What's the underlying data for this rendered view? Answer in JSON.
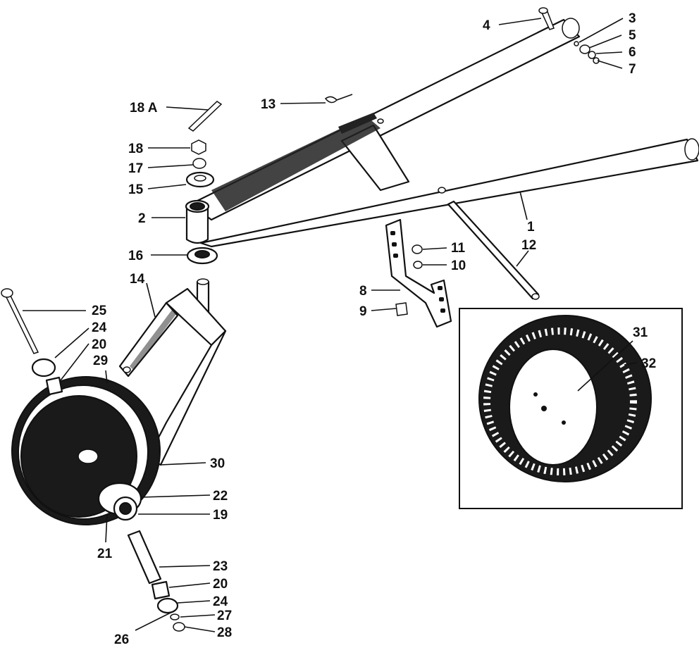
{
  "colors": {
    "ink": "#111111",
    "paper": "#ffffff",
    "shade": "#1a1a1a"
  },
  "callouts": {
    "c1": "1",
    "c2": "2",
    "c3": "3",
    "c4": "4",
    "c5": "5",
    "c6": "6",
    "c7": "7",
    "c8": "8",
    "c9": "9",
    "c10": "10",
    "c11": "11",
    "c12": "12",
    "c13": "13",
    "c14": "14",
    "c15": "15",
    "c16": "16",
    "c17": "17",
    "c18": "18",
    "c18a": "18 A",
    "c19": "19",
    "c20a": "20",
    "c20b": "20",
    "c21": "21",
    "c22": "22",
    "c23": "23",
    "c24a": "24",
    "c24b": "24",
    "c25": "25",
    "c26": "26",
    "c27": "27",
    "c28": "28",
    "c29": "29",
    "c30": "30",
    "c31": "31",
    "c32": "32"
  }
}
